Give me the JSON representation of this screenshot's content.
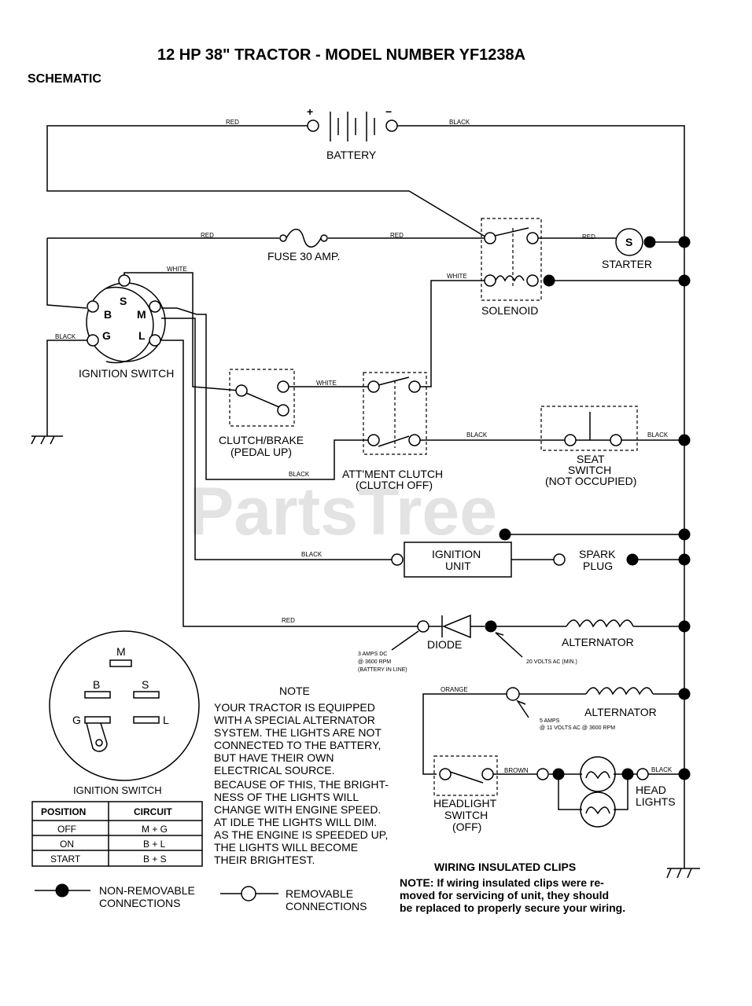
{
  "title": "12 HP 38\" TRACTOR - MODEL NUMBER YF1238A",
  "subtitle": "SCHEMATIC",
  "watermark": "PartsTree",
  "components": {
    "battery": "BATTERY",
    "battery_pos": "+",
    "battery_neg": "−",
    "fuse": "FUSE 30 AMP.",
    "solenoid": "SOLENOID",
    "starter": "STARTER",
    "starter_s": "S",
    "ignition_switch": "IGNITION SWITCH",
    "term_s": "S",
    "term_b": "B",
    "term_m": "M",
    "term_g": "G",
    "term_l": "L",
    "clutch_brake_1": "CLUTCH/BRAKE",
    "clutch_brake_2": "(PEDAL UP)",
    "attach_clutch_1": "ATT'MENT CLUTCH",
    "attach_clutch_2": "(CLUTCH OFF)",
    "seat_switch_1": "SEAT",
    "seat_switch_2": "SWITCH",
    "seat_switch_3": "(NOT OCCUPIED)",
    "ignition_unit_1": "IGNITION",
    "ignition_unit_2": "UNIT",
    "spark_plug_1": "SPARK",
    "spark_plug_2": "PLUG",
    "diode": "DIODE",
    "alternator_1": "ALTERNATOR",
    "alternator_2": "ALTERNATOR",
    "headlight_switch_1": "HEADLIGHT",
    "headlight_switch_2": "SWITCH",
    "headlight_switch_3": "(OFF)",
    "head_lights_1": "HEAD",
    "head_lights_2": "LIGHTS"
  },
  "wires": {
    "red_1": "RED",
    "black_1": "BLACK",
    "red_2": "RED",
    "red_3": "RED",
    "red_4": "RED",
    "white_1": "WHITE",
    "white_2": "WHITE",
    "white_3": "WHITE",
    "black_2": "BLACK",
    "black_3": "BLACK",
    "black_4": "BLACK",
    "black_5": "BLACK",
    "black_6": "BLACK",
    "red_5": "RED",
    "orange": "ORANGE",
    "brown": "BROWN",
    "black_7": "BLACK"
  },
  "annotations": {
    "dc_1": "3 AMPS DC",
    "dc_2": "@ 3600 RPM",
    "dc_3": "(BATTERY IN LINE)",
    "ac20": "20 VOLTS AC (MIN.)",
    "amps5_1": "5 AMPS",
    "amps5_2": "@ 11 VOLTS AC @ 3600 RPM"
  },
  "switch_diagram": {
    "title": "IGNITION SWITCH",
    "m": "M",
    "b": "B",
    "s": "S",
    "g": "G",
    "l": "L",
    "headers": [
      "POSITION",
      "CIRCUIT"
    ],
    "rows": [
      [
        "OFF",
        "M + G"
      ],
      [
        "ON",
        "B + L"
      ],
      [
        "START",
        "B + S"
      ]
    ]
  },
  "note": {
    "heading": "NOTE",
    "lines": [
      "YOUR TRACTOR IS EQUIPPED",
      "WITH A SPECIAL ALTERNATOR",
      "SYSTEM.  THE LIGHTS ARE NOT",
      "CONNECTED TO  THE BATTERY,",
      "BUT HAVE THEIR OWN",
      "ELECTRICAL SOURCE.",
      "BECAUSE OF THIS, THE BRIGHT-",
      "NESS OF THE LIGHTS WILL",
      "CHANGE WITH ENGINE SPEED.",
      "AT IDLE THE LIGHTS WILL DIM.",
      "AS THE ENGINE IS SPEEDED UP,",
      "THE LIGHTS WILL BECOME",
      "THEIR BRIGHTEST."
    ]
  },
  "legend": {
    "non_removable_1": "NON-REMOVABLE",
    "non_removable_2": "CONNECTIONS",
    "removable_1": "REMOVABLE",
    "removable_2": "CONNECTIONS"
  },
  "clips": {
    "heading": "WIRING INSULATED CLIPS",
    "lines": [
      "NOTE: If wiring insulated clips  were  re-",
      "moved  for servicing  of  unit,  they should",
      "be replaced to properly secure your wiring."
    ]
  }
}
